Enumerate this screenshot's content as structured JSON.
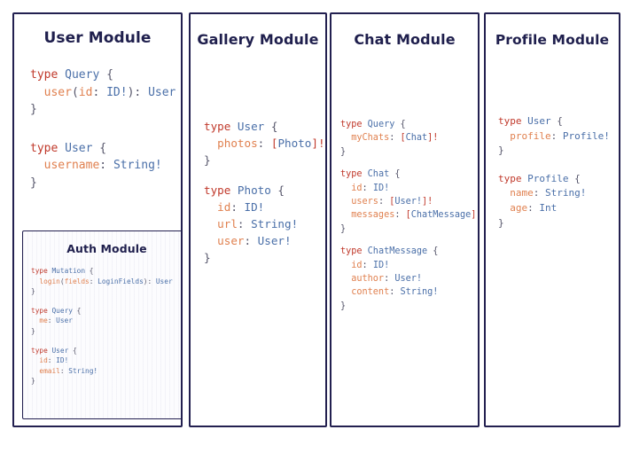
{
  "theme": {
    "border_color": "#232050",
    "title_color": "#1f1f4d",
    "keyword_color": "#c0392b",
    "type_color": "#4a6fa8",
    "field_color": "#e0804f",
    "punctuation_color": "#55556a",
    "background": "#ffffff"
  },
  "modules": {
    "user": {
      "title": "User Module",
      "blocks": [
        {
          "lines": [
            [
              {
                "t": "type ",
                "c": "kw"
              },
              {
                "t": "Query",
                "c": "typ"
              },
              {
                "t": " {",
                "c": "pun"
              }
            ],
            [
              {
                "t": "  user",
                "c": "fld"
              },
              {
                "t": "(",
                "c": "pun"
              },
              {
                "t": "id",
                "c": "fld"
              },
              {
                "t": ": ",
                "c": "pun"
              },
              {
                "t": "ID!",
                "c": "typ"
              },
              {
                "t": "): ",
                "c": "pun"
              },
              {
                "t": "User",
                "c": "typ"
              }
            ],
            [
              {
                "t": "}",
                "c": "pun"
              }
            ]
          ]
        },
        {
          "lines": [
            [
              {
                "t": "type ",
                "c": "kw"
              },
              {
                "t": "User",
                "c": "typ"
              },
              {
                "t": " {",
                "c": "pun"
              }
            ],
            [
              {
                "t": "  username",
                "c": "fld"
              },
              {
                "t": ": ",
                "c": "pun"
              },
              {
                "t": "String!",
                "c": "typ"
              }
            ],
            [
              {
                "t": "}",
                "c": "pun"
              }
            ]
          ]
        }
      ]
    },
    "auth": {
      "title": "Auth Module",
      "blocks": [
        {
          "lines": [
            [
              {
                "t": "type ",
                "c": "kw"
              },
              {
                "t": "Mutation",
                "c": "typ"
              },
              {
                "t": " {",
                "c": "pun"
              }
            ],
            [
              {
                "t": "  login",
                "c": "fld"
              },
              {
                "t": "(",
                "c": "pun"
              },
              {
                "t": "fields",
                "c": "fld"
              },
              {
                "t": ": ",
                "c": "pun"
              },
              {
                "t": "LoginFields",
                "c": "typ"
              },
              {
                "t": "): ",
                "c": "pun"
              },
              {
                "t": "User",
                "c": "typ"
              }
            ],
            [
              {
                "t": "}",
                "c": "pun"
              }
            ]
          ]
        },
        {
          "lines": [
            [
              {
                "t": "type ",
                "c": "kw"
              },
              {
                "t": "Query",
                "c": "typ"
              },
              {
                "t": " {",
                "c": "pun"
              }
            ],
            [
              {
                "t": "  me",
                "c": "fld"
              },
              {
                "t": ": ",
                "c": "pun"
              },
              {
                "t": "User",
                "c": "typ"
              }
            ],
            [
              {
                "t": "}",
                "c": "pun"
              }
            ]
          ]
        },
        {
          "lines": [
            [
              {
                "t": "type ",
                "c": "kw"
              },
              {
                "t": "User",
                "c": "typ"
              },
              {
                "t": " {",
                "c": "pun"
              }
            ],
            [
              {
                "t": "  id",
                "c": "fld"
              },
              {
                "t": ": ",
                "c": "pun"
              },
              {
                "t": "ID!",
                "c": "typ"
              }
            ],
            [
              {
                "t": "  email",
                "c": "fld"
              },
              {
                "t": ": ",
                "c": "pun"
              },
              {
                "t": "String!",
                "c": "typ"
              }
            ],
            [
              {
                "t": "}",
                "c": "pun"
              }
            ]
          ]
        }
      ]
    },
    "gallery": {
      "title": "Gallery Module",
      "blocks": [
        {
          "lines": [
            [
              {
                "t": "type ",
                "c": "kw"
              },
              {
                "t": "User",
                "c": "typ"
              },
              {
                "t": " {",
                "c": "pun"
              }
            ],
            [
              {
                "t": "  photos",
                "c": "fld"
              },
              {
                "t": ": ",
                "c": "pun"
              },
              {
                "t": "[",
                "c": "brk"
              },
              {
                "t": "Photo",
                "c": "typ"
              },
              {
                "t": "]!",
                "c": "brk"
              }
            ],
            [
              {
                "t": "}",
                "c": "pun"
              }
            ]
          ]
        },
        {
          "lines": [
            [
              {
                "t": "type ",
                "c": "kw"
              },
              {
                "t": "Photo",
                "c": "typ"
              },
              {
                "t": " {",
                "c": "pun"
              }
            ],
            [
              {
                "t": "  id",
                "c": "fld"
              },
              {
                "t": ": ",
                "c": "pun"
              },
              {
                "t": "ID!",
                "c": "typ"
              }
            ],
            [
              {
                "t": "  url",
                "c": "fld"
              },
              {
                "t": ": ",
                "c": "pun"
              },
              {
                "t": "String!",
                "c": "typ"
              }
            ],
            [
              {
                "t": "  user",
                "c": "fld"
              },
              {
                "t": ": ",
                "c": "pun"
              },
              {
                "t": "User!",
                "c": "typ"
              }
            ],
            [
              {
                "t": "}",
                "c": "pun"
              }
            ]
          ]
        }
      ]
    },
    "chat": {
      "title": "Chat Module",
      "blocks": [
        {
          "lines": [
            [
              {
                "t": "type ",
                "c": "kw"
              },
              {
                "t": "Query",
                "c": "typ"
              },
              {
                "t": " {",
                "c": "pun"
              }
            ],
            [
              {
                "t": "  myChats",
                "c": "fld"
              },
              {
                "t": ": ",
                "c": "pun"
              },
              {
                "t": "[",
                "c": "brk"
              },
              {
                "t": "Chat",
                "c": "typ"
              },
              {
                "t": "]!",
                "c": "brk"
              }
            ],
            [
              {
                "t": "}",
                "c": "pun"
              }
            ]
          ]
        },
        {
          "lines": [
            [
              {
                "t": "type ",
                "c": "kw"
              },
              {
                "t": "Chat",
                "c": "typ"
              },
              {
                "t": " {",
                "c": "pun"
              }
            ],
            [
              {
                "t": "  id",
                "c": "fld"
              },
              {
                "t": ": ",
                "c": "pun"
              },
              {
                "t": "ID!",
                "c": "typ"
              }
            ],
            [
              {
                "t": "  users",
                "c": "fld"
              },
              {
                "t": ": ",
                "c": "pun"
              },
              {
                "t": "[",
                "c": "brk"
              },
              {
                "t": "User!",
                "c": "typ"
              },
              {
                "t": "]!",
                "c": "brk"
              }
            ],
            [
              {
                "t": "  messages",
                "c": "fld"
              },
              {
                "t": ": ",
                "c": "pun"
              },
              {
                "t": "[",
                "c": "brk"
              },
              {
                "t": "ChatMessage",
                "c": "typ"
              },
              {
                "t": "]!",
                "c": "brk"
              }
            ],
            [
              {
                "t": "}",
                "c": "pun"
              }
            ]
          ]
        },
        {
          "lines": [
            [
              {
                "t": "type ",
                "c": "kw"
              },
              {
                "t": "ChatMessage",
                "c": "typ"
              },
              {
                "t": " {",
                "c": "pun"
              }
            ],
            [
              {
                "t": "  id",
                "c": "fld"
              },
              {
                "t": ": ",
                "c": "pun"
              },
              {
                "t": "ID!",
                "c": "typ"
              }
            ],
            [
              {
                "t": "  author",
                "c": "fld"
              },
              {
                "t": ": ",
                "c": "pun"
              },
              {
                "t": "User!",
                "c": "typ"
              }
            ],
            [
              {
                "t": "  content",
                "c": "fld"
              },
              {
                "t": ": ",
                "c": "pun"
              },
              {
                "t": "String!",
                "c": "typ"
              }
            ],
            [
              {
                "t": "}",
                "c": "pun"
              }
            ]
          ]
        }
      ]
    },
    "profile": {
      "title": "Profile Module",
      "blocks": [
        {
          "lines": [
            [
              {
                "t": "type ",
                "c": "kw"
              },
              {
                "t": "User",
                "c": "typ"
              },
              {
                "t": " {",
                "c": "pun"
              }
            ],
            [
              {
                "t": "  profile",
                "c": "fld"
              },
              {
                "t": ": ",
                "c": "pun"
              },
              {
                "t": "Profile!",
                "c": "typ"
              }
            ],
            [
              {
                "t": "}",
                "c": "pun"
              }
            ]
          ]
        },
        {
          "lines": [
            [
              {
                "t": "type ",
                "c": "kw"
              },
              {
                "t": "Profile",
                "c": "typ"
              },
              {
                "t": " {",
                "c": "pun"
              }
            ],
            [
              {
                "t": "  name",
                "c": "fld"
              },
              {
                "t": ": ",
                "c": "pun"
              },
              {
                "t": "String!",
                "c": "typ"
              }
            ],
            [
              {
                "t": "  age",
                "c": "fld"
              },
              {
                "t": ": ",
                "c": "pun"
              },
              {
                "t": "Int",
                "c": "typ"
              }
            ],
            [
              {
                "t": "}",
                "c": "pun"
              }
            ]
          ]
        }
      ]
    }
  }
}
